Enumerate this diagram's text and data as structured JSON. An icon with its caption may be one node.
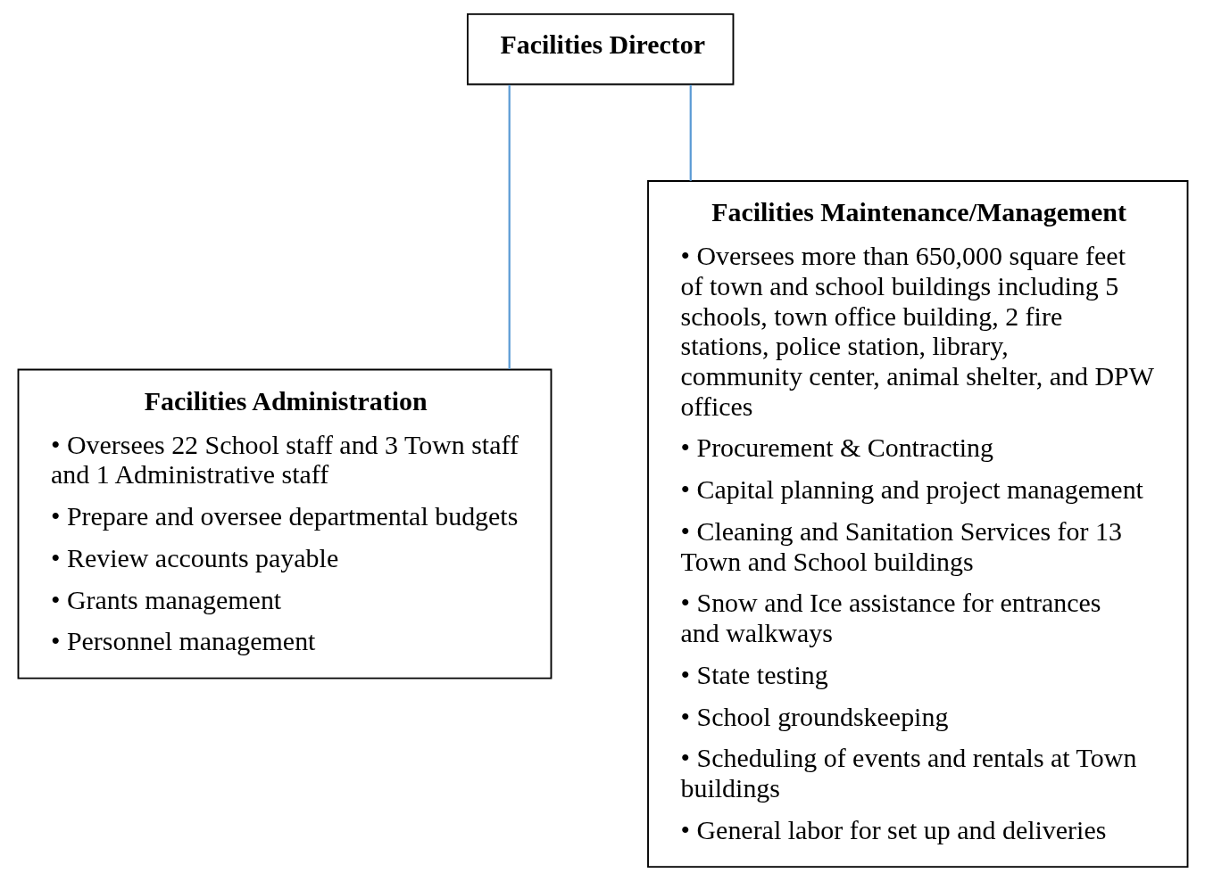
{
  "diagram": {
    "nodes": [
      {
        "text": [
          "Facilities Director"
        ]
      },
      {
        "text": [
          "Facilities Administration",
          "• Oversees 22 School staff and 3 Town staff and 1 Administrative staff",
          "• Prepare and oversee departmental budgets",
          "• Review accounts payable",
          "• Grants management",
          "• Personnel management"
        ]
      },
      {
        "text": [
          "Facilities Maintenance/Management",
          "• Oversees more than 650,000 square feet of town and school buildings including 5 schools, town office building, 2 fire stations, police station, library, community center, animal shelter, and DPW offices",
          "• Procurement & Contracting",
          "• Capital planning and project management",
          "• Cleaning and Sanitation Services for 13 Town and School buildings",
          "• Snow and Ice assistance for entrances and walkways",
          "• State testing",
          "• School groundskeeping",
          "• Scheduling of events and rentals at Town buildings",
          "• General labor for set up and deliveries"
        ]
      }
    ],
    "edges": [
      {
        "from": 0,
        "to": 1,
        "arrow": "none"
      },
      {
        "from": 0,
        "to": 2,
        "arrow": "none"
      }
    ]
  }
}
